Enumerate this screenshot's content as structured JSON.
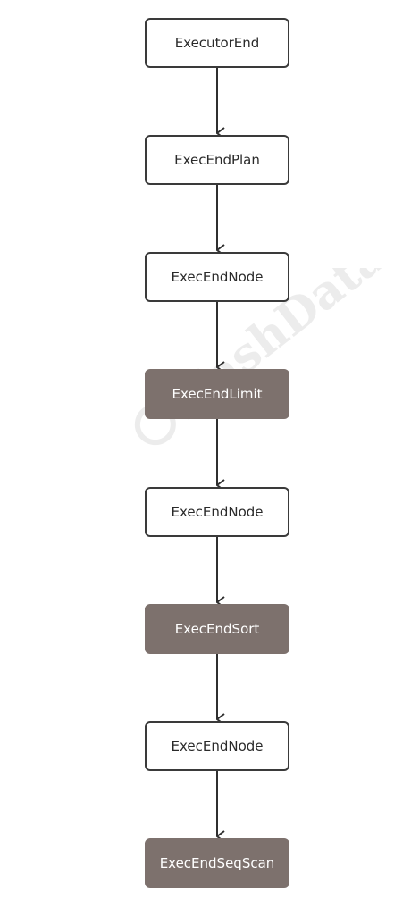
{
  "diagram": {
    "nodes": [
      {
        "label": "ExecutorEnd",
        "highlighted": false
      },
      {
        "label": "ExecEndPlan",
        "highlighted": false
      },
      {
        "label": "ExecEndNode",
        "highlighted": false
      },
      {
        "label": "ExecEndLimit",
        "highlighted": true
      },
      {
        "label": "ExecEndNode",
        "highlighted": false
      },
      {
        "label": "ExecEndSort",
        "highlighted": true
      },
      {
        "label": "ExecEndNode",
        "highlighted": false
      },
      {
        "label": "ExecEndSeqScan",
        "highlighted": true
      }
    ],
    "edges": [
      [
        0,
        1
      ],
      [
        1,
        2
      ],
      [
        2,
        3
      ],
      [
        3,
        4
      ],
      [
        4,
        5
      ],
      [
        5,
        6
      ],
      [
        6,
        7
      ]
    ],
    "colors": {
      "box_border": "#3a3a3a",
      "highlight_fill": "#7d716d",
      "arrow": "#2f2f2f"
    }
  },
  "watermark": {
    "text": "HashData"
  }
}
